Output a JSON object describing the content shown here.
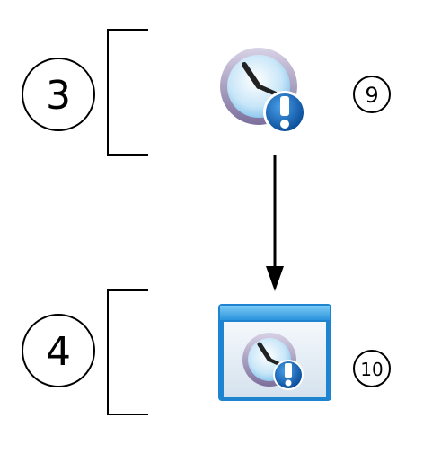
{
  "steps": [
    {
      "label": "3",
      "icon": "alert-clock-icon",
      "callout": "9"
    },
    {
      "label": "4",
      "icon": "alert-window-icon",
      "callout": "10"
    }
  ],
  "arrow": {
    "from": "3",
    "to": "4"
  },
  "colors": {
    "line": "#000000",
    "clock_face": "#bfe0f5",
    "clock_ring": "#9a8fb5",
    "badge": "#1565b5",
    "window_title": "#3aa6e6"
  }
}
